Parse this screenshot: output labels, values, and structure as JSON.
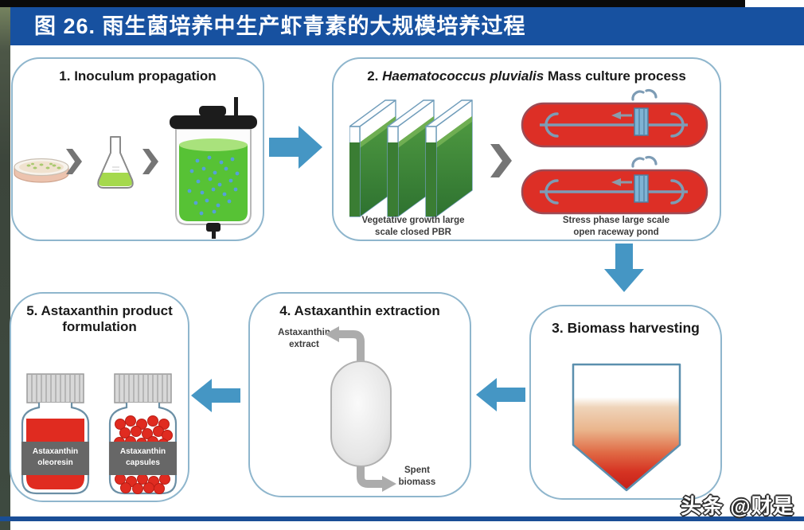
{
  "figure": {
    "caption": "图 26. 雨生菌培养中生产虾青素的大规模培养过程",
    "watermark": "头条 @财是"
  },
  "steps": {
    "step1": {
      "title": "1. Inoculum propagation"
    },
    "step2": {
      "title_num": "2. ",
      "title_species": "Haematococcus pluvialis",
      "title_rest": " Mass culture process",
      "pbr_label": [
        "Vegetative growth large",
        "scale closed PBR"
      ],
      "raceway_label": [
        "Stress phase large scale",
        "open raceway pond"
      ]
    },
    "step3": {
      "title": "3. Biomass harvesting"
    },
    "step4": {
      "title": "4. Astaxanthin extraction",
      "extract_label": [
        "Astaxanthin",
        "extract"
      ],
      "spent_label": [
        "Spent",
        "biomass"
      ]
    },
    "step5": {
      "title": [
        "5. Astaxanthin product",
        "formulation"
      ],
      "oleoresin_label": [
        "Astaxanthin",
        "oleoresin"
      ],
      "capsules_label": [
        "Astaxanthin",
        "capsules"
      ]
    }
  },
  "colors": {
    "header_bg": "#1751A0",
    "bottom_line": "#1A4E96",
    "arrow_blue": "#4596C4",
    "chevron_gray": "#757575",
    "pond_red": "#DD2F26",
    "pond_outline": "#9C4B55",
    "pond_flow": "#7D9CB5",
    "reactor_green": "#57C235",
    "bottle_red": "#E02B20",
    "label_gray": "#676767",
    "box_border": "#8FB6CD"
  }
}
